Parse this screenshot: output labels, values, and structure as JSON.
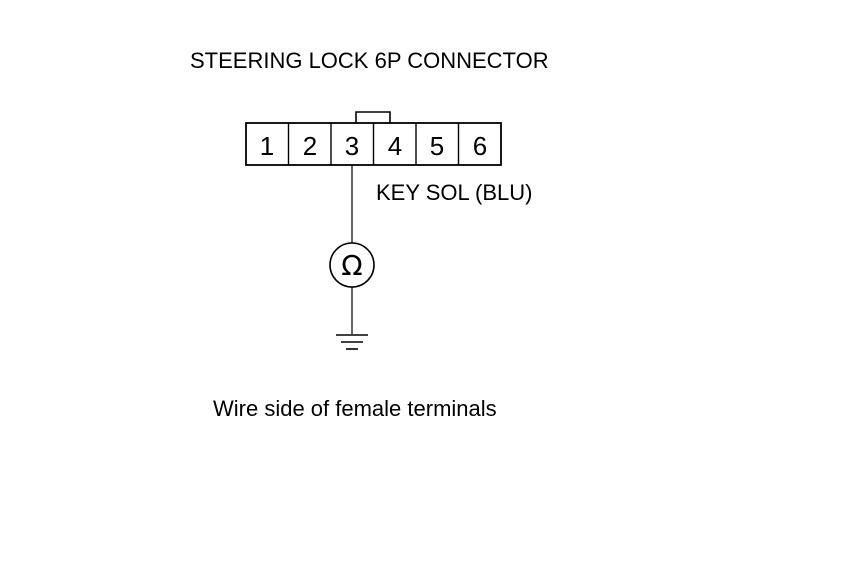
{
  "connector": {
    "title": "STEERING LOCK 6P CONNECTOR",
    "pins": [
      "1",
      "2",
      "3",
      "4",
      "5",
      "6"
    ],
    "wire_label": "KEY SOL (BLU)",
    "view_note": "Wire side of female terminals"
  },
  "meter": {
    "symbol": "Ω",
    "icon": "ohmmeter-icon"
  },
  "ground": {
    "icon": "ground-icon"
  }
}
